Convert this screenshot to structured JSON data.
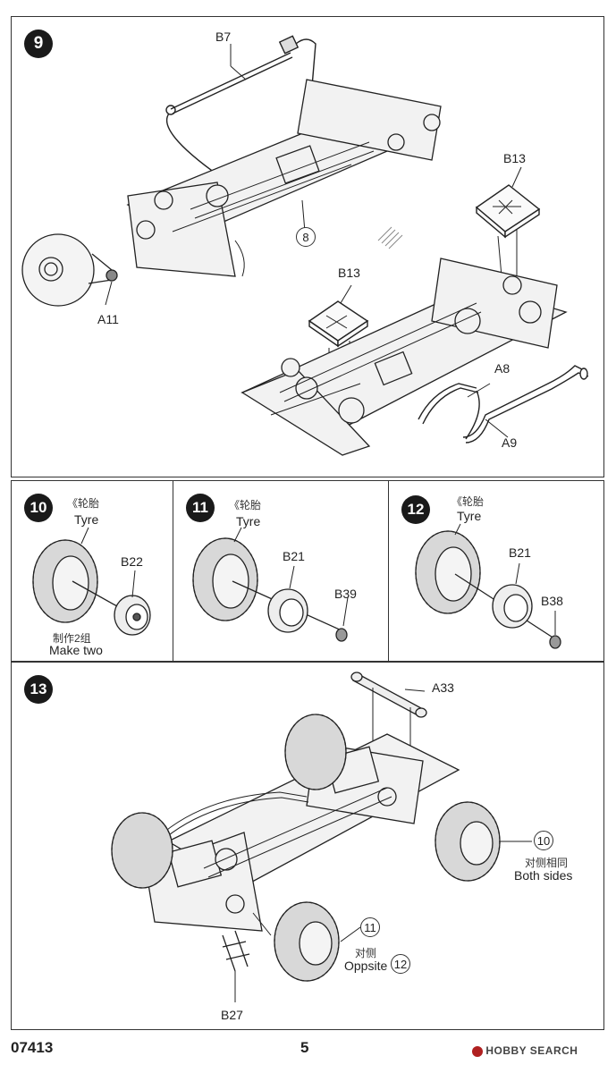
{
  "steps": {
    "s9": {
      "number": "9",
      "parts": {
        "b7": "B7",
        "b13_upper": "B13",
        "b13_lower": "B13",
        "a11": "A11",
        "a8": "A8",
        "a9": "A9"
      },
      "ref": "8"
    },
    "s10": {
      "number": "10",
      "cn_label": "《轮胎",
      "en_label": "Tyre",
      "part": "B22",
      "note_cn": "制作2组",
      "note_en": "Make two"
    },
    "s11": {
      "number": "11",
      "cn_label": "《轮胎",
      "en_label": "Tyre",
      "part1": "B21",
      "part2": "B39"
    },
    "s12": {
      "number": "12",
      "cn_label": "《轮胎",
      "en_label": "Tyre",
      "part1": "B21",
      "part2": "B38"
    },
    "s13": {
      "number": "13",
      "parts": {
        "a33": "A33",
        "b27": "B27"
      },
      "ref10": "10",
      "ref10_cn": "对侧相同",
      "ref10_en": "Both sides",
      "ref11": "11",
      "ref12": "12",
      "ref_cn": "对侧",
      "ref_en": "Oppsite"
    }
  },
  "footer": {
    "code": "07413",
    "page": "5",
    "watermark_brand": "HOBBY SEARCH"
  },
  "colors": {
    "ink": "#222222",
    "panel_border": "#333333",
    "step_badge": "#1a1a1a",
    "watermark_accent": "#b02020"
  }
}
